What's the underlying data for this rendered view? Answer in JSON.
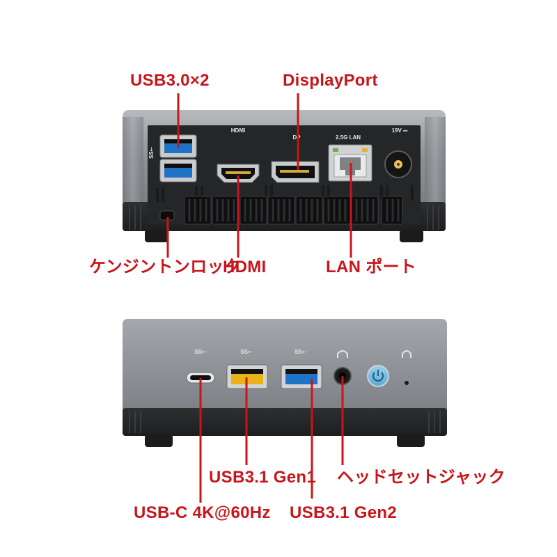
{
  "colors": {
    "callout_red": "#c8151b",
    "chassis_silver": "#8e9296",
    "panel_black": "#242526",
    "usb3_blue": "#1f73c6",
    "usb_yellow": "#e9b21b",
    "power_blue": "#2e9ad6"
  },
  "rear_panel": {
    "port_labels": {
      "hdmi": "HDMI",
      "dp": "DP",
      "lan": "2.5G LAN",
      "dc_in": "19V ⎓"
    }
  },
  "callouts": {
    "usb30x2": "USB3.0×2",
    "displayport": "DisplayPort",
    "kensington_lock": "ケンジントンロック",
    "hdmi": "HDMI",
    "lan_port": "LAN ポート",
    "usb31_gen1": "USB3.1 Gen1",
    "headset_jack": "ヘッドセットジャック",
    "usbc_4k": "USB-C 4K@60Hz",
    "usb31_gen2": "USB3.1 Gen2"
  },
  "icons": [
    "ss-usb-icon",
    "headphone-icon",
    "power-button-icon",
    "kensington-slot-icon"
  ]
}
